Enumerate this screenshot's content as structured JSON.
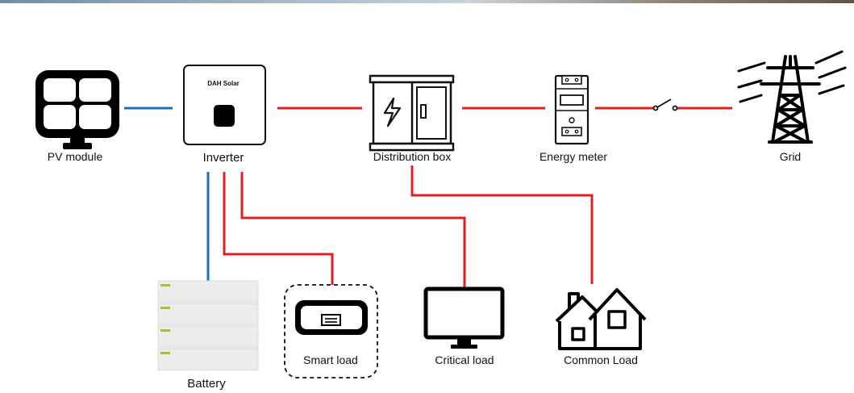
{
  "labels": {
    "pv_module": "PV module",
    "inverter": "Inverter",
    "distribution_box": "Distribution box",
    "energy_meter": "Energy meter",
    "grid": "Grid",
    "battery": "Battery",
    "smart_load": "Smart load",
    "critical_load": "Critical load",
    "common_load": "Common Load"
  },
  "inverter_brand": "DAH Solar",
  "colors": {
    "dc_line": "#1a6fb5",
    "ac_line": "#e32020"
  }
}
